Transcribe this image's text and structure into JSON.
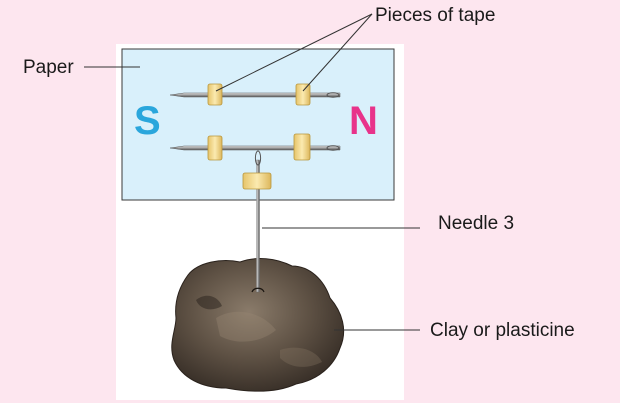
{
  "labels": {
    "paper": "Paper",
    "tape": "Pieces of tape",
    "needle3": "Needle 3",
    "clay": "Clay or plasticine"
  },
  "poles": {
    "south": "S",
    "north": "N"
  },
  "colors": {
    "background": "#fde6ef",
    "paper": "#d9f0fb",
    "south": "#2aa6dc",
    "north": "#e8338a",
    "tape": "#f2d98c",
    "clay": "#5a4d40"
  }
}
